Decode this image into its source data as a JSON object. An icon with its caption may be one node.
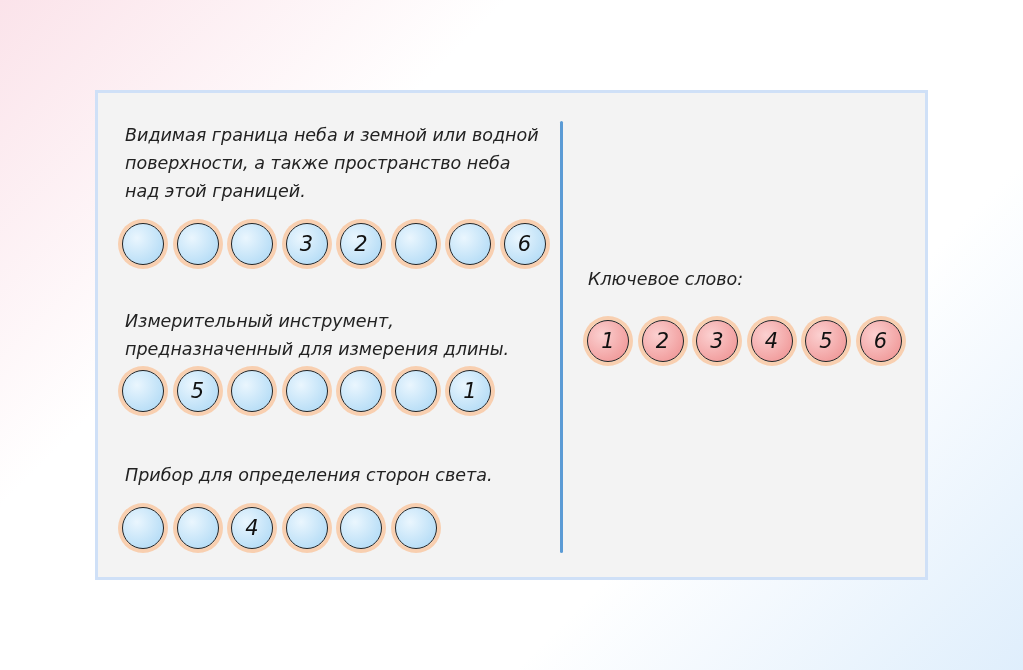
{
  "diagram": {
    "nodes": [
      {
        "text": [],
        "shape": "circle"
      },
      {
        "text": [],
        "shape": "circle"
      },
      {
        "text": [],
        "shape": "circle"
      },
      {
        "text": [
          "3"
        ]
      },
      {
        "text": [
          "2"
        ]
      },
      {
        "text": [],
        "shape": "circle"
      },
      {
        "text": [],
        "shape": "circle"
      },
      {
        "text": [
          "6"
        ]
      },
      {
        "text": [],
        "shape": "circle"
      },
      {
        "text": [
          "5"
        ]
      },
      {
        "text": [],
        "shape": "circle"
      },
      {
        "text": [],
        "shape": "circle"
      },
      {
        "text": [],
        "shape": "circle"
      },
      {
        "text": [],
        "shape": "circle"
      },
      {
        "text": [
          "1"
        ]
      },
      {
        "text": [],
        "shape": "circle"
      },
      {
        "text": [],
        "shape": "circle"
      },
      {
        "text": [
          "4"
        ]
      },
      {
        "text": [],
        "shape": "circle"
      },
      {
        "text": [],
        "shape": "circle"
      },
      {
        "text": [],
        "shape": "circle"
      },
      {
        "text": [
          "1"
        ]
      },
      {
        "text": [
          "2"
        ]
      },
      {
        "text": [
          "3"
        ]
      },
      {
        "text": [
          "4"
        ]
      },
      {
        "text": [
          "5"
        ]
      },
      {
        "text": [
          "6"
        ]
      }
    ],
    "edges": [],
    "labels": [
      "Видимая граница неба и земной или водной поверхности, а также пространство неба над этой границей.",
      "Измерительный инструмент, предназначенный для измерения длины.",
      "Прибор для определения сторон света.",
      "Ключевое слово:"
    ]
  }
}
